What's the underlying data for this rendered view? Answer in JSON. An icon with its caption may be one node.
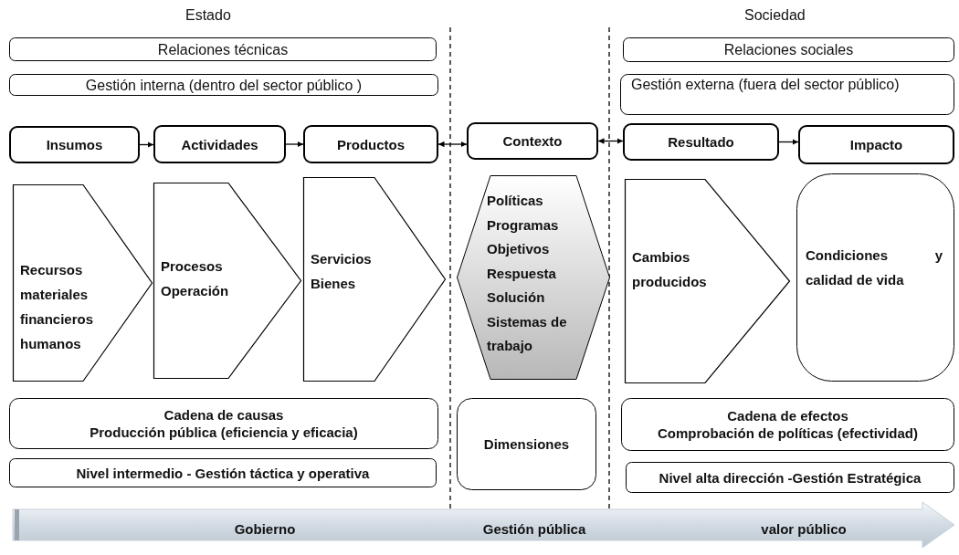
{
  "diagram": {
    "nodes": [
      {
        "text": [
          "Relaciones  técnicas"
        ]
      },
      {
        "text": [
          "Gestión interna (dentro del  sector público )"
        ]
      },
      {
        "text": [
          "Relaciones sociales"
        ]
      },
      {
        "text": [
          "Gestión externa (fuera del sector público)"
        ]
      },
      {
        "text": [
          "Insumos"
        ]
      },
      {
        "text": [
          "Actividades"
        ]
      },
      {
        "text": [
          "Productos"
        ]
      },
      {
        "text": [
          "Contexto"
        ]
      },
      {
        "text": [
          "Resultado"
        ]
      },
      {
        "text": [
          "Impacto"
        ]
      },
      {
        "text": [
          "Recursos materiales financieros humanos"
        ]
      },
      {
        "text": [
          "Procesos Operación"
        ]
      },
      {
        "text": [
          "Servicios Bienes"
        ]
      },
      {
        "text": [
          "Políticas Programas Objetivos Respuesta Solución Sistemas de trabajo"
        ]
      },
      {
        "text": [
          "Cambios producidos"
        ]
      },
      {
        "text": [
          "Condiciones y calidad de vida"
        ]
      },
      {
        "text": [
          "Cadena de causas",
          "Producción pública (eficiencia y  eficacia)"
        ]
      },
      {
        "text": [
          "Nivel  intermedio - Gestión  táctica  y operativa"
        ]
      },
      {
        "text": [
          "Dimensiones"
        ]
      },
      {
        "text": [
          "Cadena de efectos",
          "Comprobación de políticas (efectividad)"
        ]
      },
      {
        "text": [
          "Nivel alta dirección -Gestión Estratégica"
        ]
      },
      {
        "text": [
          "Gobierno",
          "Gestión pública",
          "valor  público"
        ]
      }
    ],
    "edges": [
      {
        "from": 4,
        "to": 5,
        "arrow": "to"
      },
      {
        "from": 5,
        "to": 6,
        "arrow": "to"
      },
      {
        "from": 6,
        "to": 7,
        "arrow": "both"
      },
      {
        "from": 7,
        "to": 8,
        "arrow": "both"
      },
      {
        "from": 8,
        "to": 9,
        "arrow": "to"
      }
    ],
    "labels": [
      "Estado",
      "Sociedad"
    ]
  }
}
